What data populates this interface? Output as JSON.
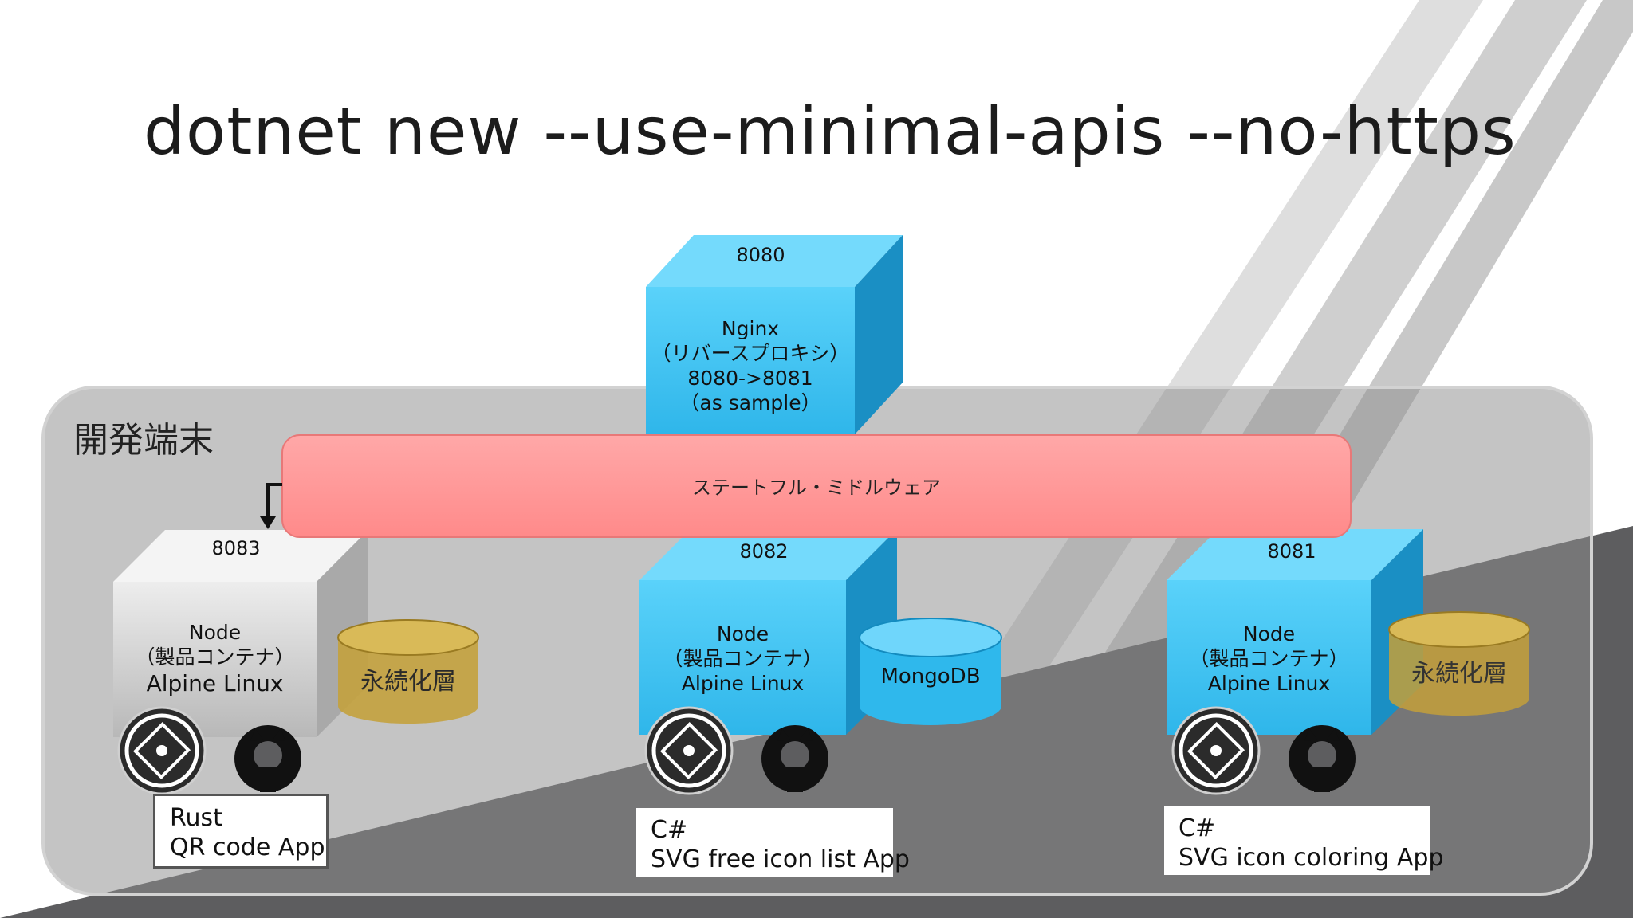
{
  "slide": {
    "title": "dotnet new --use-minimal-apis --no-https",
    "region_label": "開発端末",
    "middleware_label": "ステートフル・ミドルウェア"
  },
  "nginx": {
    "port": "8080",
    "lines": [
      "Nginx",
      "（リバースプロキシ）",
      "8080->8081",
      "（as sample）"
    ]
  },
  "containers": [
    {
      "port": "8083",
      "lines": [
        "Node",
        "（製品コンテナ）",
        "Alpine Linux"
      ],
      "storage": "永続化層",
      "app_lines": [
        "Rust",
        "QR code App"
      ],
      "icons": [
        "service-fabric-icon",
        "github-octocat-icon"
      ]
    },
    {
      "port": "8082",
      "lines": [
        "Node",
        "（製品コンテナ）",
        "Alpine Linux"
      ],
      "storage": "MongoDB",
      "app_lines": [
        "C#",
        "SVG free icon list App"
      ],
      "icons": [
        "service-fabric-icon",
        "github-octocat-icon"
      ]
    },
    {
      "port": "8081",
      "lines": [
        "Node",
        "（製品コンテナ）",
        "Alpine Linux"
      ],
      "storage": "永続化層",
      "app_lines": [
        "C#",
        "SVG icon coloring App"
      ],
      "icons": [
        "service-fabric-icon",
        "github-octocat-icon"
      ]
    }
  ],
  "colors": {
    "cube_blue": "#38c6f4",
    "cube_gray": "#d4d4d4",
    "middleware_pink": "#ff9090",
    "storage_gold": "#c9a53e",
    "storage_blue": "#2fb8ec"
  }
}
